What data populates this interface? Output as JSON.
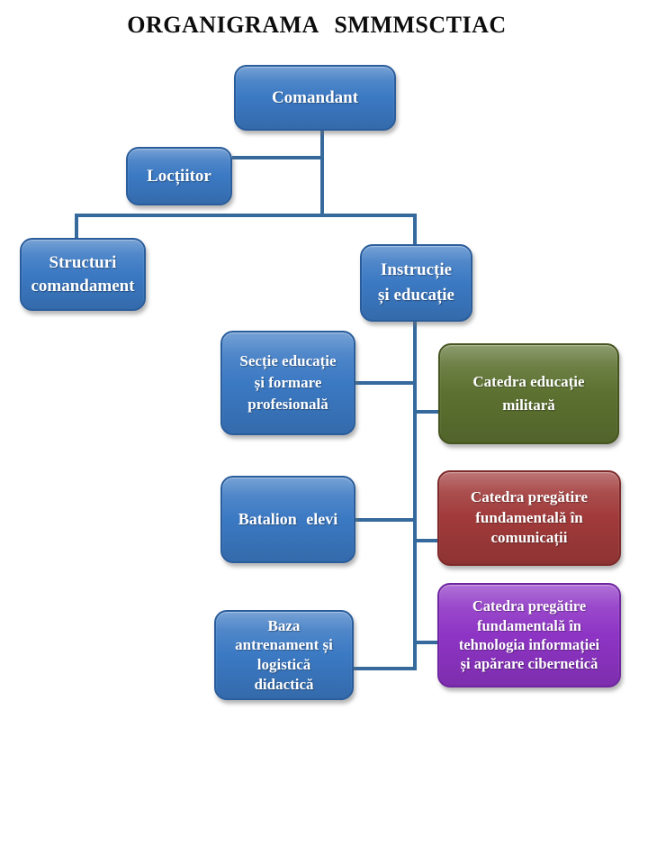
{
  "title": "ORGANIGRAMA SMMMSCTIAC",
  "colors": {
    "line": "#36699C",
    "blue": "#3B79C3",
    "blue_border": "#2A5D9C",
    "green": "#5C7130",
    "green_border": "#46551F",
    "red": "#A13A3A",
    "red_border": "#7E2A2A",
    "purple": "#8E34C5",
    "purple_border": "#6F25A0",
    "node_text": "#FFFFFF",
    "title_text": "#0D0D0D"
  },
  "nodes": {
    "comandant": {
      "label": "Comandant",
      "color": "blue"
    },
    "loctiitor": {
      "label": "Locțiitor",
      "color": "blue"
    },
    "structuri": {
      "label": "Structuri\ncomandament",
      "color": "blue"
    },
    "instructie": {
      "label": "Instrucție\nși educație",
      "color": "blue"
    },
    "sectie_educatie": {
      "label": "Secție educație\nși formare\nprofesională",
      "color": "blue"
    },
    "catedra_educatie": {
      "label": "Catedra educație\nmilitară",
      "color": "green"
    },
    "batalion_elevi": {
      "label": "Batalion elevi",
      "color": "blue"
    },
    "catedra_comunicatii": {
      "label": "Catedra pregătire\nfundamentală în\ncomunicații",
      "color": "red"
    },
    "baza_antrenament": {
      "label": "Baza\nantrenament și\nlogistică\ndidactică",
      "color": "blue"
    },
    "catedra_tehnologia": {
      "label": "Catedra pregătire\nfundamentală în\ntehnologia informației\nși apărare cibernetică",
      "color": "purple"
    }
  }
}
